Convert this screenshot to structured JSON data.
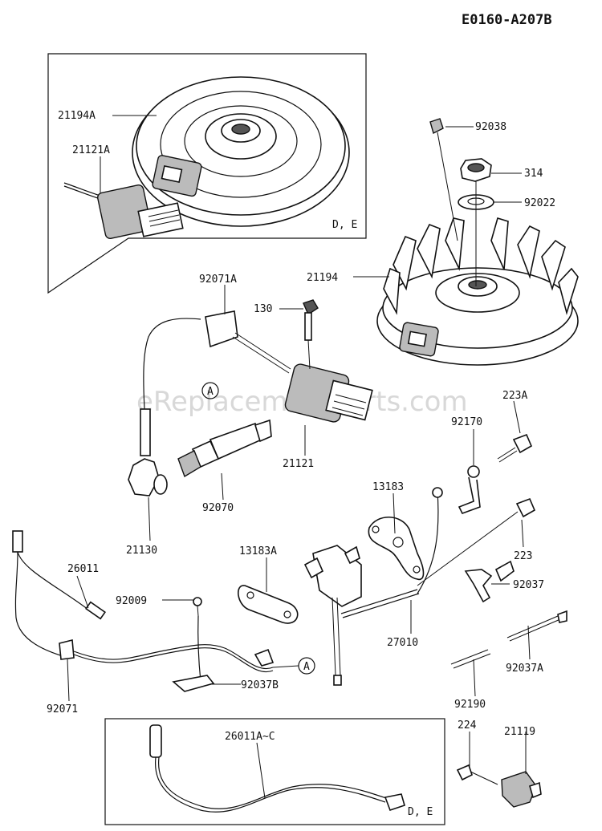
{
  "diagram_code": "E0160-A207B",
  "watermark": "eReplacementParts.com",
  "box_notes": {
    "top_box": "D, E",
    "bottom_box": "D, E"
  },
  "callouts": {
    "ref_a_upper": "A",
    "ref_a_lower": "A"
  },
  "parts": {
    "p21194A": "21194A",
    "p21121A": "21121A",
    "p92038": "92038",
    "p314": "314",
    "p92022": "92022",
    "p21194": "21194",
    "p92071A": "92071A",
    "p130": "130",
    "p21121": "21121",
    "p223A": "223A",
    "p92170": "92170",
    "p92070": "92070",
    "p21130": "21130",
    "p13183": "13183",
    "p13183A": "13183A",
    "p223": "223",
    "p26011": "26011",
    "p92009": "92009",
    "p92037": "92037",
    "p27010": "27010",
    "p92037B": "92037B",
    "p92037A": "92037A",
    "p92071": "92071",
    "p92190": "92190",
    "p26011AC": "26011A~C",
    "p224": "224",
    "p21119": "21119"
  }
}
